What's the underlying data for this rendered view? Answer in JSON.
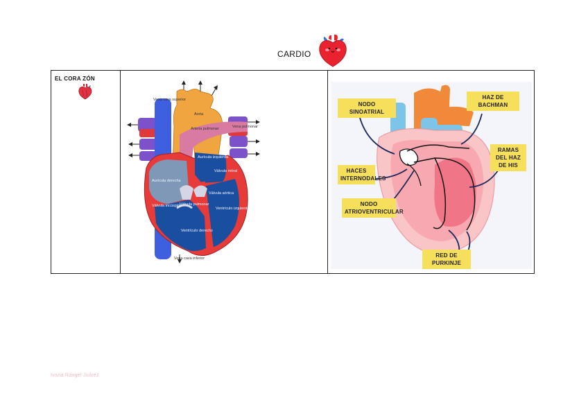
{
  "header": {
    "title": "CARDIO"
  },
  "table": {
    "label": "EL CORA ZÓN",
    "diagram_left": {
      "labels": {
        "vena_cava_superior": "Vena cava superior",
        "aorta": "Aorta",
        "arteria_pulmonar": "Arteria pulmonar",
        "vena_pulmonar": "Vena pulmonar",
        "auricula_izquierda": "Aurícula izquierda",
        "valvula_mitral": "Válvula mitral",
        "auricula_derecha": "Aurícula derecha",
        "valvula_aortica": "Válvula aórtica",
        "valvula_tricuspide": "Válvula tricúspide",
        "valvula_pulmonar": "Válvula pulmonar",
        "ventriculo_izquierdo": "Ventrículo izquierdo",
        "ventriculo_derecho": "Ventrículo derecho",
        "vena_cava_inferior": "Vena cava inferior"
      }
    },
    "diagram_right": {
      "labels": {
        "nodo_sinoatrial": "NODO SINOATRIAL",
        "haz_bachman": "HAZ DE BACHMAN",
        "ramas_his": "RAMAS DEL HAZ DE HIS",
        "haces_internodales": "HACES INTERNODALES",
        "nodo_av": "NODO ATRIOVENTRICULAR",
        "red_purkinje": "RED DE PURKINJE"
      }
    }
  },
  "footer": {
    "author": "Ivana Rangel Juárez"
  },
  "colors": {
    "heart_red": "#e8232f",
    "label_yellow": "#f6df5a",
    "footer_pink": "#f5b8c4"
  }
}
